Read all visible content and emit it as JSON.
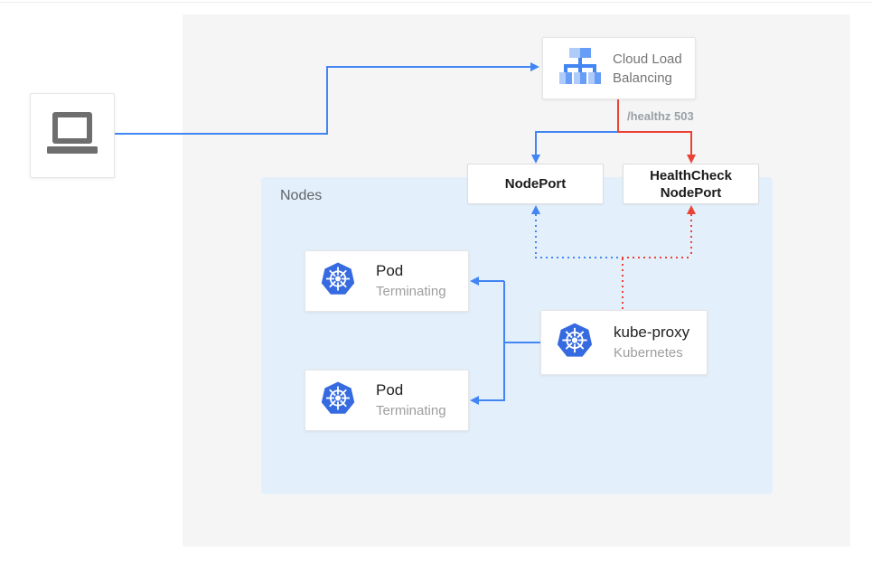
{
  "diagram": {
    "title_hint": "Kubernetes external load balancer health-check flow",
    "client": {
      "icon": "laptop-icon"
    },
    "cloud_load_balancing": {
      "icon": "load-balancer-icon",
      "label_line1": "Cloud Load",
      "label_line2": "Balancing"
    },
    "healthz_label": "/healthz 503",
    "nodeport": {
      "label": "NodePort"
    },
    "healthcheck_nodeport": {
      "label_line1": "HealthCheck",
      "label_line2": "NodePort"
    },
    "nodes_group": {
      "label": "Nodes"
    },
    "pods": [
      {
        "icon": "kubernetes-icon",
        "title": "Pod",
        "status": "Terminating"
      },
      {
        "icon": "kubernetes-icon",
        "title": "Pod",
        "status": "Terminating"
      }
    ],
    "kube_proxy": {
      "icon": "kubernetes-icon",
      "title": "kube-proxy",
      "subtitle": "Kubernetes"
    },
    "colors": {
      "traffic_blue": "#4285f4",
      "healthcheck_red": "#ea4335",
      "nodes_background": "#e3f0fc",
      "outer_panel_background": "#f5f5f6",
      "kubernetes_icon_blue": "#356ae0",
      "lb_icon_light_blue": "#aecbfa",
      "lb_icon_medium_blue": "#669df6",
      "laptop_gray": "#6e6e6e",
      "secondary_text": "#757575",
      "muted_text": "#9e9e9e"
    }
  }
}
